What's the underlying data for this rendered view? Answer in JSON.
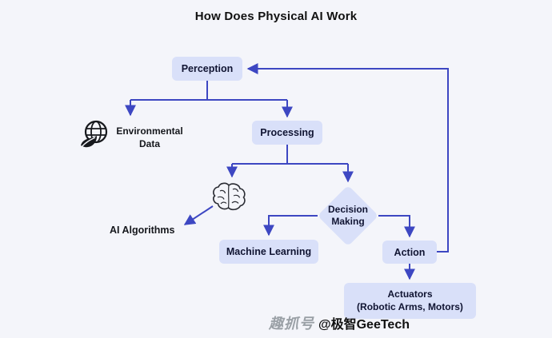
{
  "title": "How Does Physical AI Work",
  "flow": {
    "perception": "Perception",
    "processing": "Processing",
    "environmental_data": "Environmental Data",
    "ai_algorithms": "AI Algorithms",
    "decision_making": "Decision Making",
    "machine_learning": "Machine Learning",
    "action": "Action",
    "actuators_title": "Actuators",
    "actuators_subtitle": "(Robotic Arms, Motors)"
  },
  "icons": {
    "environmental_data_icon": "globe-leaf-icon",
    "ai_algorithms_icon": "brain-icon"
  },
  "watermark": {
    "platform": "趣抓号",
    "handle": "@极智GeeTech"
  },
  "colors": {
    "background": "#f4f5fa",
    "node_fill": "#d9e0f9",
    "node_text": "#101432",
    "arrow": "#3d47c2",
    "title_text": "#111111",
    "icon_black": "#17191d",
    "watermark_gray": "#9aa0a6",
    "watermark_black": "#111111"
  }
}
